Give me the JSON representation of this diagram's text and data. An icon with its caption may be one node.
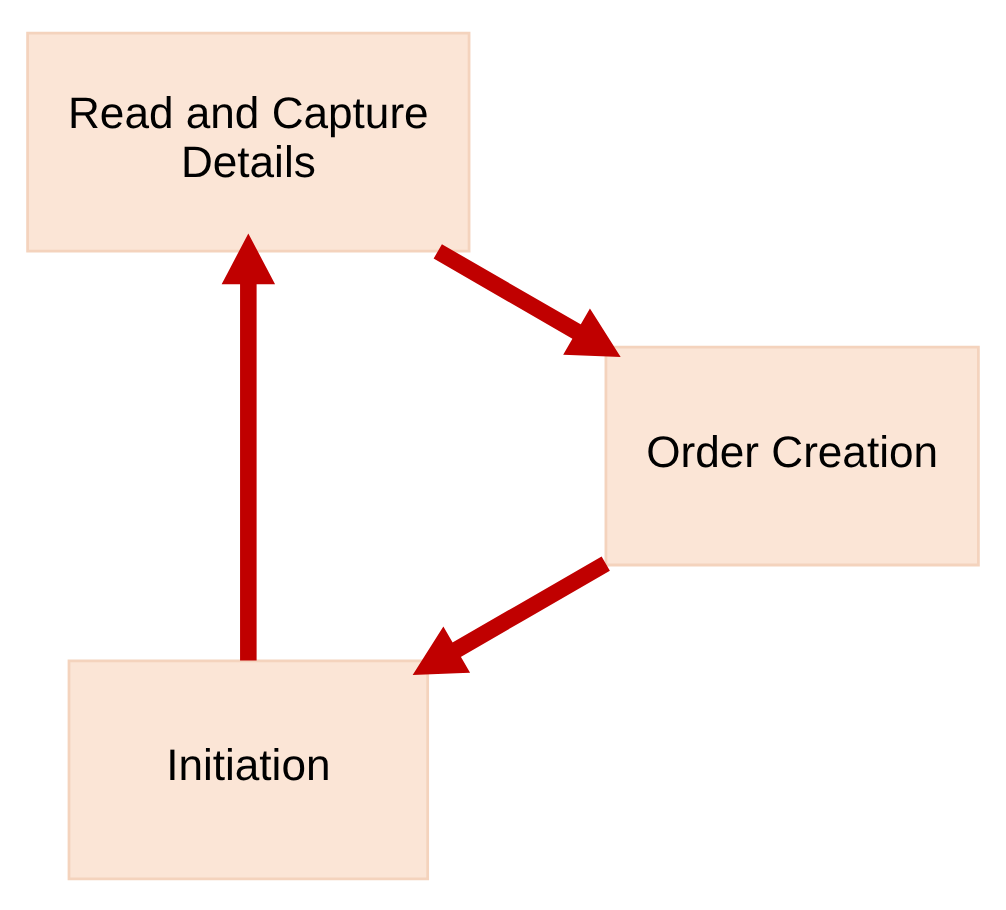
{
  "diagram": {
    "nodes": [
      {
        "text": [
          "Initiation"
        ]
      },
      {
        "text": [
          "Read and Capture Details"
        ]
      },
      {
        "text": [
          "Order Creation"
        ]
      }
    ],
    "edges": [
      {
        "from": 0,
        "to": 1,
        "arrow": "to"
      },
      {
        "from": 1,
        "to": 2,
        "arrow": "to"
      },
      {
        "from": 2,
        "to": 0,
        "arrow": "to"
      }
    ]
  }
}
